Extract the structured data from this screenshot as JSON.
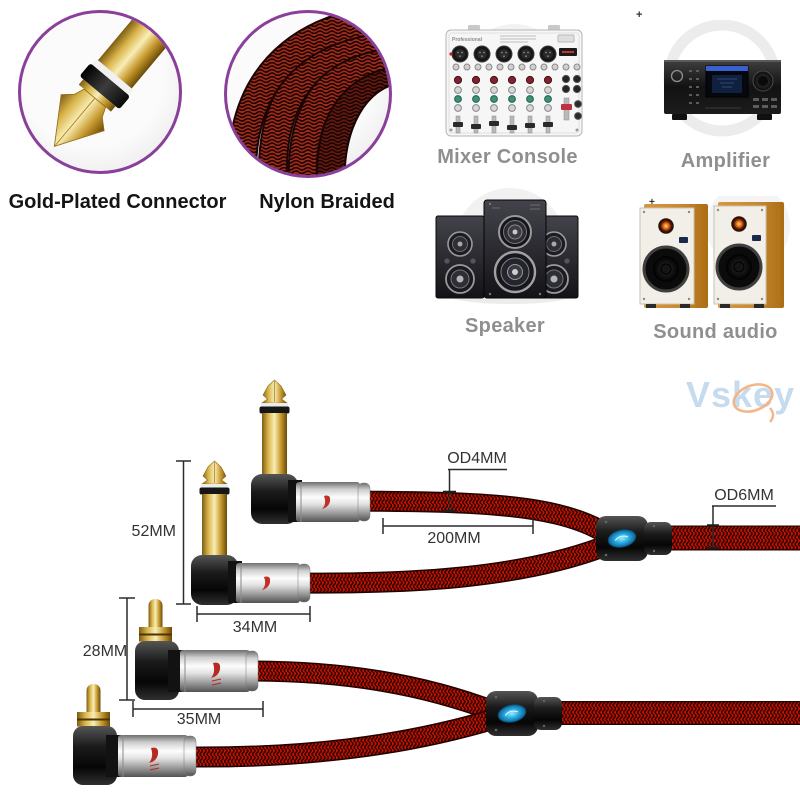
{
  "features": [
    {
      "label": "Gold-Plated Connector"
    },
    {
      "label": "Nylon Braided"
    }
  ],
  "devices": [
    {
      "label": "Mixer Console",
      "brand": "Professional"
    },
    {
      "label": "Amplifier"
    },
    {
      "label": "Speaker"
    },
    {
      "label": "Sound audio"
    }
  ],
  "diagram": {
    "watermark": "Vskey",
    "measurements": {
      "plug_height": "52MM",
      "plug_body_length": "34MM",
      "branch_cable_od": "OD4MM",
      "branch_length": "200MM",
      "main_cable_od": "OD6MM",
      "rca_height": "28MM",
      "rca_body_length": "35MM"
    },
    "stray_marks": [
      "+",
      "+"
    ]
  },
  "colors": {
    "accent_purple": "#8a3f9b",
    "cable_red": "#c41100",
    "cable_dark": "#2e0300",
    "gold": "#d9b44a",
    "chrome": "#d9d9d9",
    "label_gray": "#8f8f8f",
    "text_dark": "#333333",
    "junction_logo_blue": "#30b4e8",
    "watermark_blue": "#c6dbee",
    "watermark_orange": "#f2b283"
  }
}
